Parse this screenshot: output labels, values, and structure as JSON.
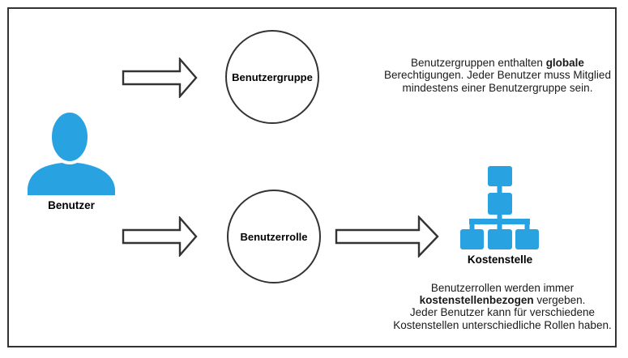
{
  "colors": {
    "accent_blue": "#29A2E2",
    "stroke_dark": "#333333"
  },
  "icons": {
    "person": "person-icon",
    "cost_center": "org-hierarchy-icon",
    "arrow": "block-arrow-right-icon"
  },
  "person": {
    "label": "Benutzer"
  },
  "circles": [
    {
      "label": "Benutzergruppe"
    },
    {
      "label": "Benutzerrolle"
    }
  ],
  "cost_center": {
    "label": "Kostenstelle"
  },
  "notes": {
    "group_note": {
      "lines": [
        [
          {
            "t": "Benutzergruppen enthalten "
          },
          {
            "t": "globale",
            "b": true
          }
        ],
        [
          {
            "t": "Berechtigungen. Jeder Benutzer muss Mitglied"
          }
        ],
        [
          {
            "t": "mindestens einer Benutzergruppe sein."
          }
        ]
      ]
    },
    "role_note": {
      "lines": [
        [
          {
            "t": "Benutzerrollen werden immer"
          }
        ],
        [
          {
            "t": "kostenstellenbezogen",
            "b": true
          },
          {
            "t": " vergeben."
          }
        ],
        [
          {
            "t": "Jeder Benutzer kann für verschiedene"
          }
        ],
        [
          {
            "t": "Kostenstellen unterschiedliche Rollen haben."
          }
        ]
      ]
    }
  }
}
